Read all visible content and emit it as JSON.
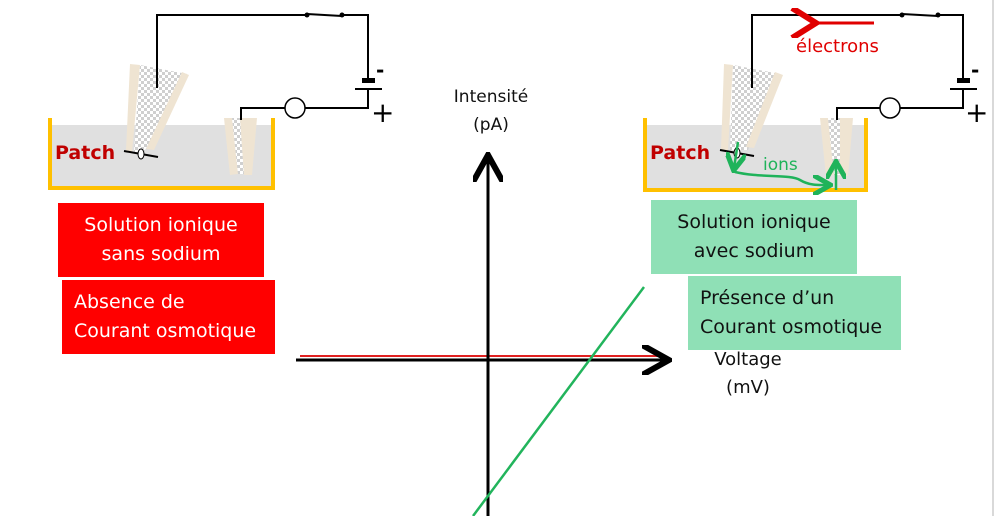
{
  "left_setup": {
    "patch_label": "Patch",
    "solution_box": {
      "lines": [
        "Solution ionique",
        "sans sodium"
      ],
      "color": "#ff0000"
    },
    "current_box": {
      "lines": [
        "Absence de",
        "Courant osmotique"
      ],
      "color": "#ff0000"
    },
    "battery_minus": "-",
    "battery_plus": "+"
  },
  "right_setup": {
    "patch_label": "Patch",
    "electrons_label": "électrons",
    "ions_label": "ions",
    "solution_box": {
      "lines": [
        "Solution ionique",
        "avec sodium"
      ],
      "color": "#8fe0b6"
    },
    "current_box": {
      "lines": [
        "Présence d’un",
        "Courant osmotique"
      ],
      "color": "#8fe0b6"
    },
    "battery_minus": "-",
    "battery_plus": "+"
  },
  "graph": {
    "y_axis_label": [
      "Intensité",
      "(pA)"
    ],
    "x_axis_label": [
      "Voltage",
      "(mV)"
    ],
    "series": [
      {
        "name": "sans sodium",
        "color": "#e02020",
        "description": "flat line at zero current"
      },
      {
        "name": "avec sodium",
        "color": "#22b45c",
        "description": "increasing line crossing zero at positive voltage"
      }
    ]
  },
  "colors": {
    "bath_fill": "#e0e0e0",
    "bath_border": "#ffc000",
    "pipette": "#efe4d2",
    "electron_arrow": "#e00000",
    "ion_arrow": "#1fb35a"
  }
}
